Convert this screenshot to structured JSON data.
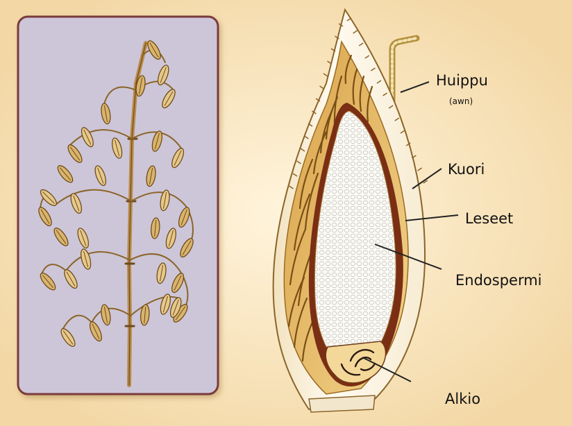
{
  "labels": {
    "huippu": "Huippu",
    "awn": "(awn)",
    "kuori": "Kuori",
    "leseet": "Leseet",
    "endospermi": "Endospermi",
    "alkio": "Alkio"
  },
  "colors": {
    "background": "#fbe9c6",
    "panel": "#cdc6d8",
    "panel_border": "#7a3a3a",
    "hull": "#fffaf0",
    "bran": "#7a2e14",
    "endosperm": "#ffffff",
    "plant": "#b98c4a"
  }
}
